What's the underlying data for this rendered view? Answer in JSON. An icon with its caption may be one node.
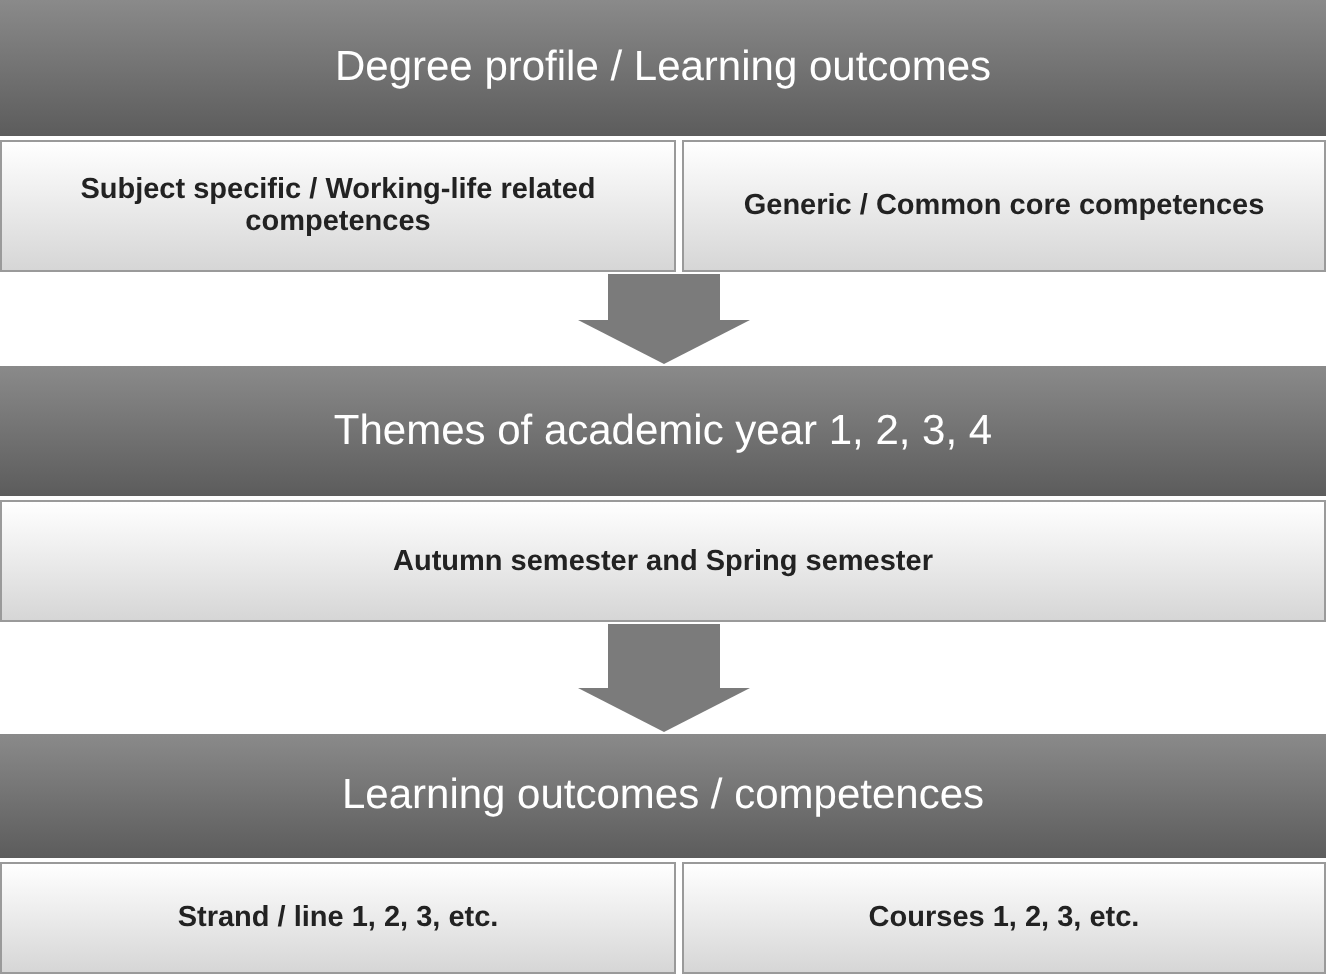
{
  "diagram": {
    "nodes": [
      {
        "text": [
          "Degree profile / Learning outcomes"
        ]
      },
      {
        "text": [
          "Subject specific / Working-life related competences"
        ]
      },
      {
        "text": [
          "Generic / Common core competences"
        ]
      },
      {
        "text": [
          "Themes of academic year 1, 2, 3, 4"
        ]
      },
      {
        "text": [
          "Autumn semester and Spring semester"
        ]
      },
      {
        "text": [
          "Learning outcomes / competences"
        ]
      },
      {
        "text": [
          "Strand / line 1, 2, 3, etc."
        ]
      },
      {
        "text": [
          "Courses 1, 2, 3, etc."
        ]
      }
    ],
    "edges": [
      {
        "from": 1,
        "to": 3,
        "arrow": "to"
      },
      {
        "from": 2,
        "to": 3,
        "arrow": "to"
      },
      {
        "from": 4,
        "to": 5,
        "arrow": "to"
      }
    ]
  }
}
